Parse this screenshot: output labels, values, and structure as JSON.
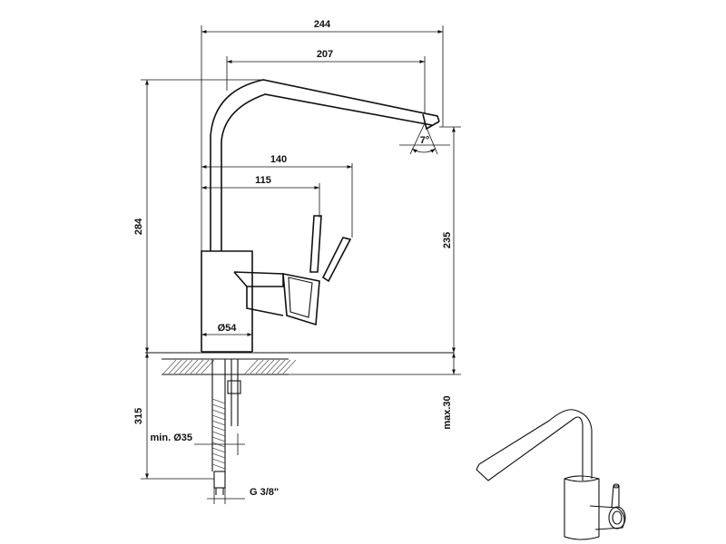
{
  "colors": {
    "line": "#111111",
    "background": "#ffffff"
  },
  "dimensions": {
    "width_total": "244",
    "spout_reach": "207",
    "body_to_handle": "140",
    "body_to_lever": "115",
    "total_height": "284",
    "spout_height": "235",
    "spout_angle": "7°",
    "body_diameter": "Ø54",
    "below_counter": "315",
    "counter_max": "max.30",
    "hole_min": "min. Ø35",
    "connection": "G 3/8\""
  }
}
